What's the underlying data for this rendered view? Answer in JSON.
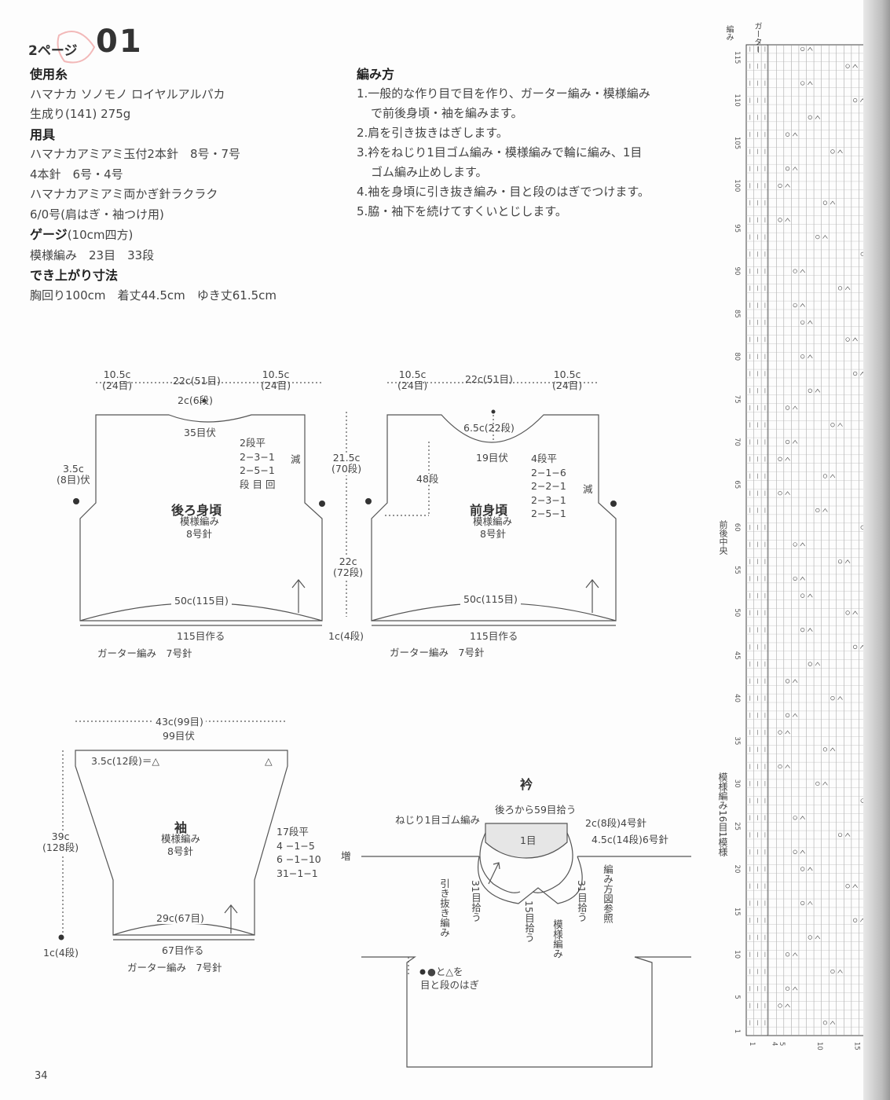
{
  "header": {
    "page_ref": "2ページ",
    "number": "01"
  },
  "materials": {
    "yarn_h": "使用糸",
    "yarn_1": "ハマナカ ソノモノ ロイヤルアルパカ",
    "yarn_2": "生成り(141) 275g",
    "tools_h": "用具",
    "tools_1": "ハマナカアミアミ玉付2本針　8号・7号",
    "tools_2": "4本針　6号・4号",
    "tools_3": "ハマナカアミアミ両かぎ針ラクラク",
    "tools_4": "6/0号(肩はぎ・袖つけ用)",
    "gauge_h": "ゲージ",
    "gauge_unit": "(10cm四方)",
    "gauge_1": "模様編み　23目　33段",
    "size_h": "でき上がり寸法",
    "size_1": "胸回り100cm　着丈44.5cm　ゆき丈61.5cm"
  },
  "instructions": {
    "title": "編み方",
    "step1a": "1.一般的な作り目で目を作り、ガーター編み・模様編み",
    "step1b": "で前後身頃・袖を編みます。",
    "step2": "2.肩を引き抜きはぎします。",
    "step3a": "3.衿をねじり1目ゴム編み・模様編みで輪に編み、1目",
    "step3b": "ゴム編み止めします。",
    "step4": "4.袖を身頃に引き抜き編み・目と段のはぎでつけます。",
    "step5": "5.脇・袖下を続けてすくいとじします。"
  },
  "back": {
    "w_side_l": "10.5c",
    "w_side_l2": "(24目)",
    "w_mid": "22c(51目)",
    "w_side_r": "10.5c",
    "w_side_r2": "(24目)",
    "neck_depth": "2c(6段)",
    "neck_bo": "35目伏",
    "dec_1": "2段平",
    "dec_2": "2−3−1",
    "dec_3": "2−5−1",
    "dec_4": "段 目 回",
    "dec_label": "減",
    "arm_1": "3.5c",
    "arm_2": "(8目)伏",
    "title": "後ろ身頃",
    "pattern": "模様編み",
    "needle": "8号針",
    "width": "50c(115目)",
    "cast_on": "115目作る",
    "garter": "ガーター編み　7号針"
  },
  "middle": {
    "upper_1": "21.5c",
    "upper_2": "(70段)",
    "lower_1": "22c",
    "lower_2": "(72段)",
    "hem_1": "1c(4段)"
  },
  "front": {
    "w_side_l": "10.5c",
    "w_side_l2": "(24目)",
    "w_mid": "22c(51目)",
    "w_side_r": "10.5c",
    "w_side_r2": "(24目)",
    "neck_depth": "6.5c(22段)",
    "neck_bo": "19目伏",
    "neck_rows": "48段",
    "dec_1": "4段平",
    "dec_2": "2−1−6",
    "dec_3": "2−2−1",
    "dec_4": "2−3−1",
    "dec_5": "2−5−1",
    "dec_label": "減",
    "title": "前身頃",
    "pattern": "模様編み",
    "needle": "8号針",
    "width": "50c(115目)",
    "cast_on": "115目作る",
    "garter": "ガーター編み　7号針"
  },
  "sleeve": {
    "top_w": "43c(99目)",
    "top_bo": "99目伏",
    "cap": "3.5c(12段)＝△",
    "tri": "△",
    "len_1": "39c",
    "len_2": "(128段)",
    "title": "袖",
    "pattern": "模様編み",
    "needle": "8号針",
    "inc_1": "17段平",
    "inc_2": "4 −1−5",
    "inc_3": "6 −1−10",
    "inc_4": "31−1−1",
    "inc_label": "増",
    "cuff_w": "29c(67目)",
    "cast_on": "67目作る",
    "hem": "1c(4段)",
    "garter": "ガーター編み　7号針"
  },
  "collar": {
    "title": "衿",
    "pick_back": "後ろから59目拾う",
    "rib": "ねじり1目ゴム編み",
    "rib_size": "2c(8段)4号針",
    "pat_size": "4.5c(14段)6号針",
    "one": "1目",
    "ref": "編み方図参照",
    "pick_l": "31目拾う",
    "pick_m": "15目拾う",
    "pick_r": "31目拾う",
    "pattern": "模様編み",
    "slip": "引き抜き編み",
    "join_1": "●と△を",
    "join_2": "目と段のはぎ"
  },
  "chart": {
    "top_1": "ガーター",
    "top_2": "編み",
    "center": "前後中央",
    "repeat": "模様編み16目1模様",
    "rows": [
      "115",
      "110",
      "105",
      "100",
      "95",
      "90",
      "85",
      "80",
      "75",
      "70",
      "65",
      "60",
      "55",
      "50",
      "45",
      "40",
      "35",
      "30",
      "25",
      "20",
      "15",
      "10",
      "5",
      "1"
    ],
    "cols": [
      "1",
      "4",
      "5",
      "10",
      "15"
    ]
  },
  "page_number": "34"
}
